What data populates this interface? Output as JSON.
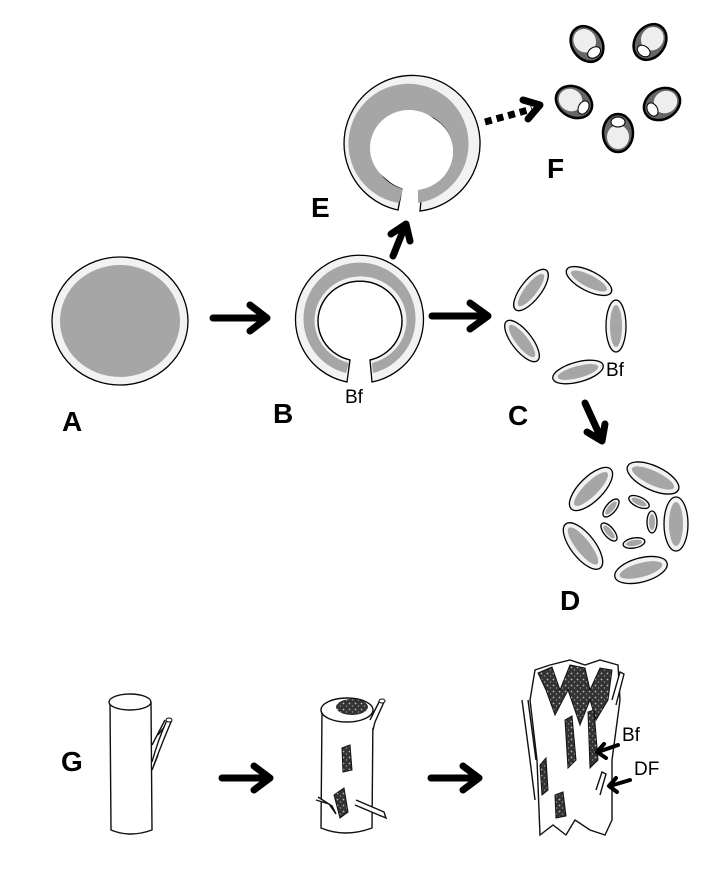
{
  "diagram": {
    "panels": {
      "A": "A",
      "B": "B",
      "C": "C",
      "D": "D",
      "E": "E",
      "F": "F",
      "G": "G"
    },
    "annotations": {
      "b_gap": "Bf",
      "c_fragment": "Bf",
      "g_fragment": "Bf",
      "g_fiber": "DF"
    },
    "colors": {
      "core": "#a6a6a6",
      "sheath": "#f2f2f2",
      "outline": "#000000",
      "fibril_dark": "#666666"
    }
  }
}
